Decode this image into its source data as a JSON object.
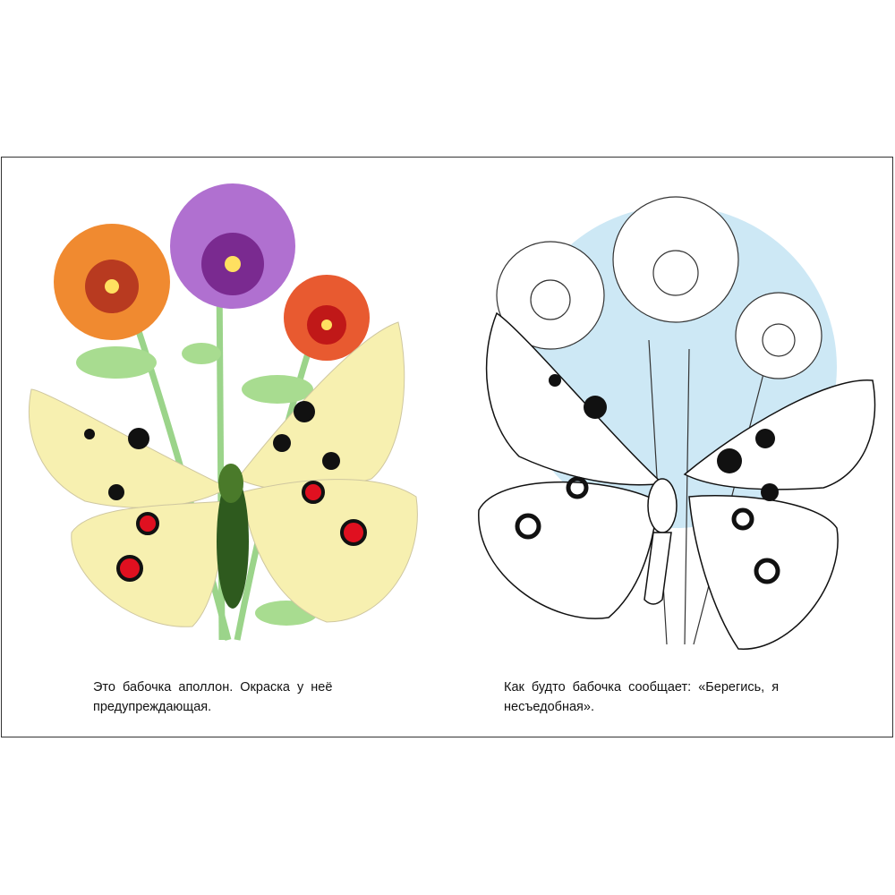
{
  "left_page": {
    "caption_line1": "Это бабочка аполлон. Окраска у неё",
    "caption_line2": "предупреждающая."
  },
  "right_page": {
    "caption_line1": "Как будто бабочка сообщает: «Берегись, я",
    "caption_line2": "несъедобная»."
  },
  "colors": {
    "wing": "#f7f0b0",
    "spot_red": "#e01020",
    "pansy_purple": "#9a4fb8",
    "pansy_orange": "#e86a20",
    "sky": "#cde8f5"
  }
}
